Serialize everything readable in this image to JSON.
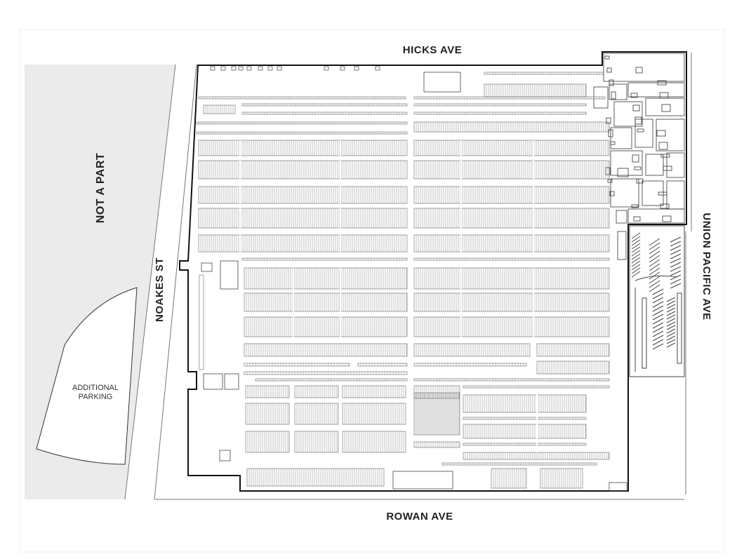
{
  "streets": {
    "north": "HICKS AVE",
    "south": "ROWAN AVE",
    "west": "NOAKES ST",
    "east": "UNION PACIFIC AVE"
  },
  "areas": {
    "excluded": "NOT A PART",
    "parking_line1": "ADDITIONAL",
    "parking_line2": "PARKING"
  },
  "colors": {
    "background": "#ffffff",
    "excluded_fill": "#ebebeb",
    "building_outline": "#111111",
    "rack_lines": "#666666"
  }
}
